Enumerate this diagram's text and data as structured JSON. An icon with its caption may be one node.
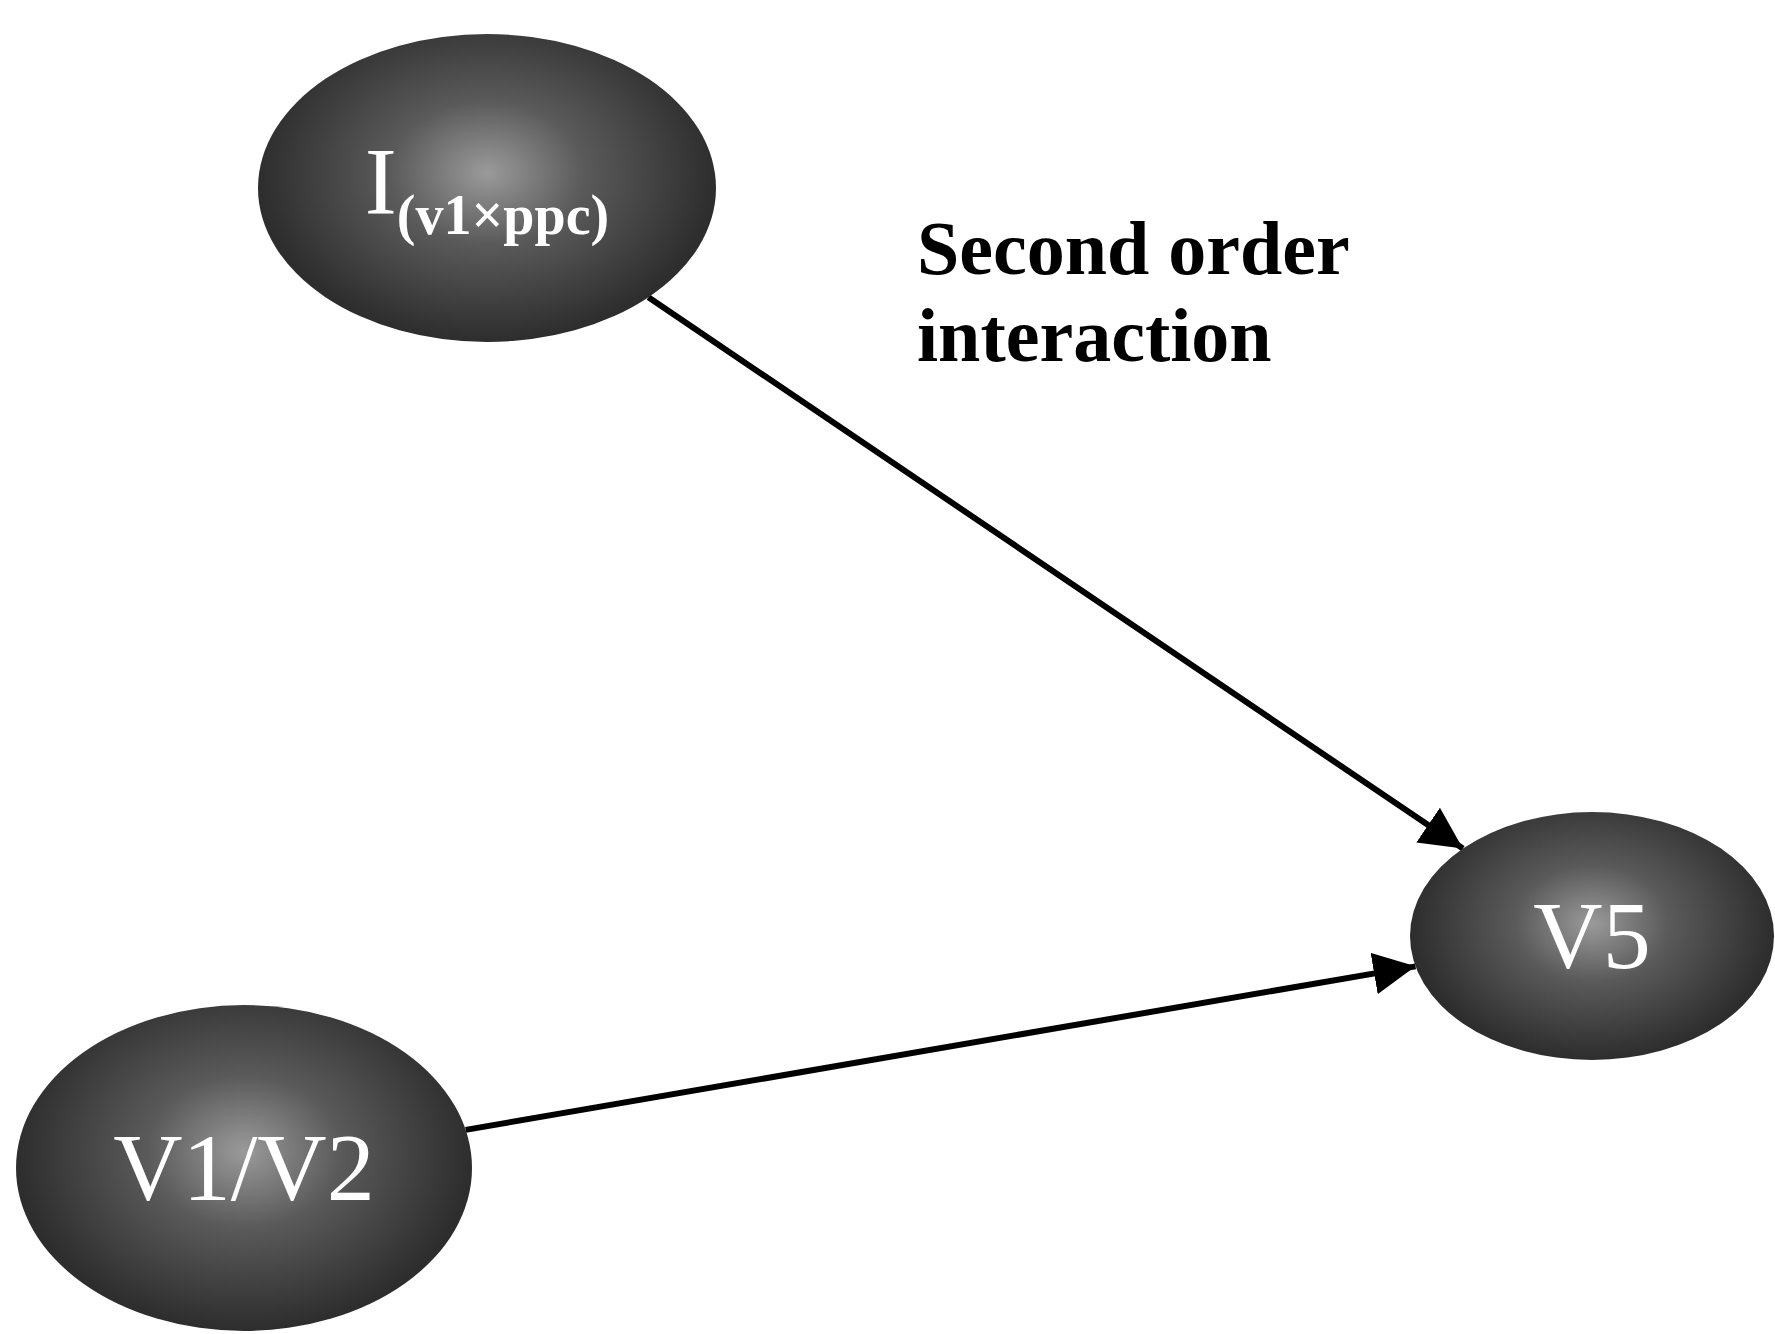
{
  "diagram": {
    "nodes": [
      {
        "text": [
          "I$_{(v1×ppc)}$"
        ]
      },
      {
        "text": [
          "V5"
        ]
      },
      {
        "text": [
          "V1/V2"
        ]
      }
    ],
    "edges": [
      {
        "from": 0,
        "to": 1,
        "arrow": "to"
      },
      {
        "from": 2,
        "to": 1,
        "arrow": "to"
      }
    ],
    "labels": [
      "Second order interaction"
    ]
  }
}
